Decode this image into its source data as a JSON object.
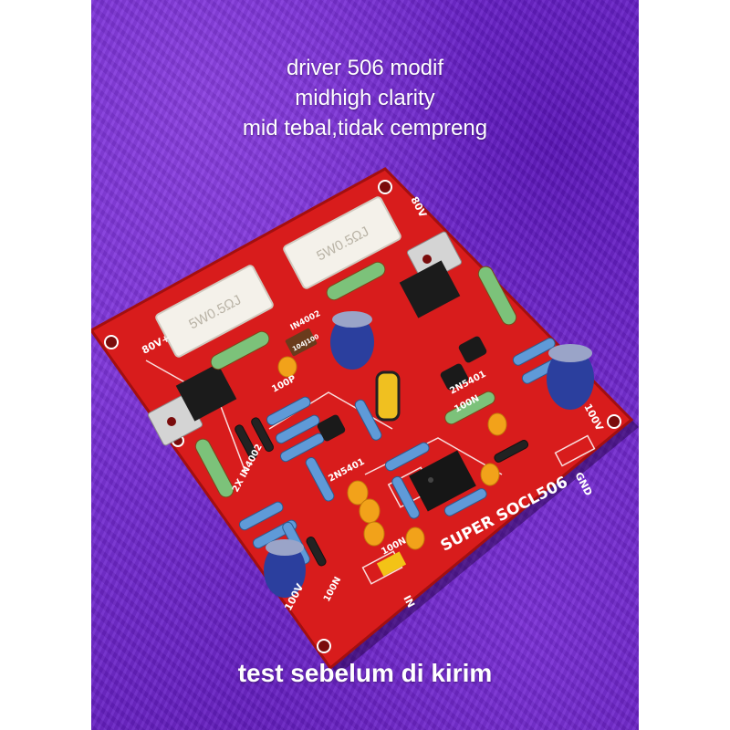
{
  "caption": {
    "line1": "driver 506 modif",
    "line2": "midhigh clarity",
    "line3": "mid tebal,tidak cempreng",
    "bottom": "test sebelum di kirim"
  },
  "board": {
    "model_label": "SUPER SOCL506",
    "silk_80v_plus": "80V+",
    "silk_80v": "80V",
    "silk_gnd": "GND",
    "silk_in": "IN",
    "silk_100v_left": "100V",
    "silk_100v_right": "100V",
    "silk_100n_1": "100N",
    "silk_100n_2": "100N",
    "silk_100n_3": "100N",
    "silk_100p": "100P",
    "silk_2x_in4002": "2X IN4002",
    "silk_2n5401_1": "2N5401",
    "silk_2n5401_2": "2N5401",
    "resistor_label_1": "5W0.5ΩJ",
    "resistor_label_2": "5W0.5ΩJ",
    "cap_label": "104J100",
    "diode_label": "IN4002"
  },
  "colors": {
    "background": "#6b23cc",
    "pcb": "#d81c1c",
    "pcb_edge": "#a30f0f",
    "silkscreen": "#ffffff",
    "capacitor_blue": "#2b3f9e",
    "ceramic_orange": "#f2a21a",
    "heatsink_metal": "#c8c8c8"
  }
}
